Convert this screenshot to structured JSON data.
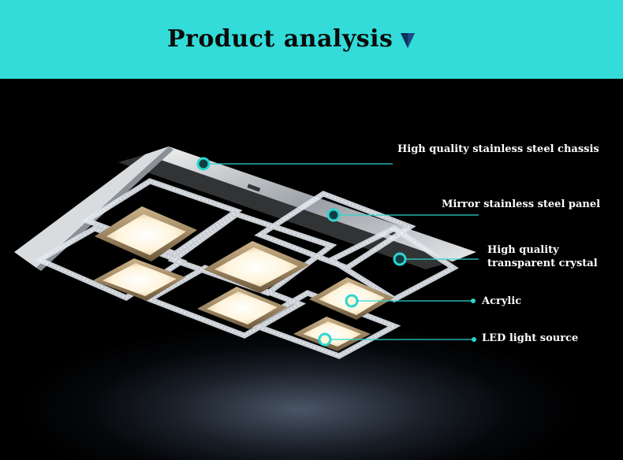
{
  "header": {
    "title": "Product analysis",
    "arrow_icon": "triangle-down-icon",
    "bg_color": "#33dcd8"
  },
  "callouts": [
    {
      "label": "High quality stainless steel chassis"
    },
    {
      "label": "Mirror stainless steel panel"
    },
    {
      "label_line1": "High quality",
      "label_line2": "transparent crystal"
    },
    {
      "label": "Acrylic"
    },
    {
      "label": "LED light source"
    }
  ],
  "colors": {
    "accent": "#33dcd8",
    "text": "#ffffff",
    "marker": "#2bd6cf"
  }
}
